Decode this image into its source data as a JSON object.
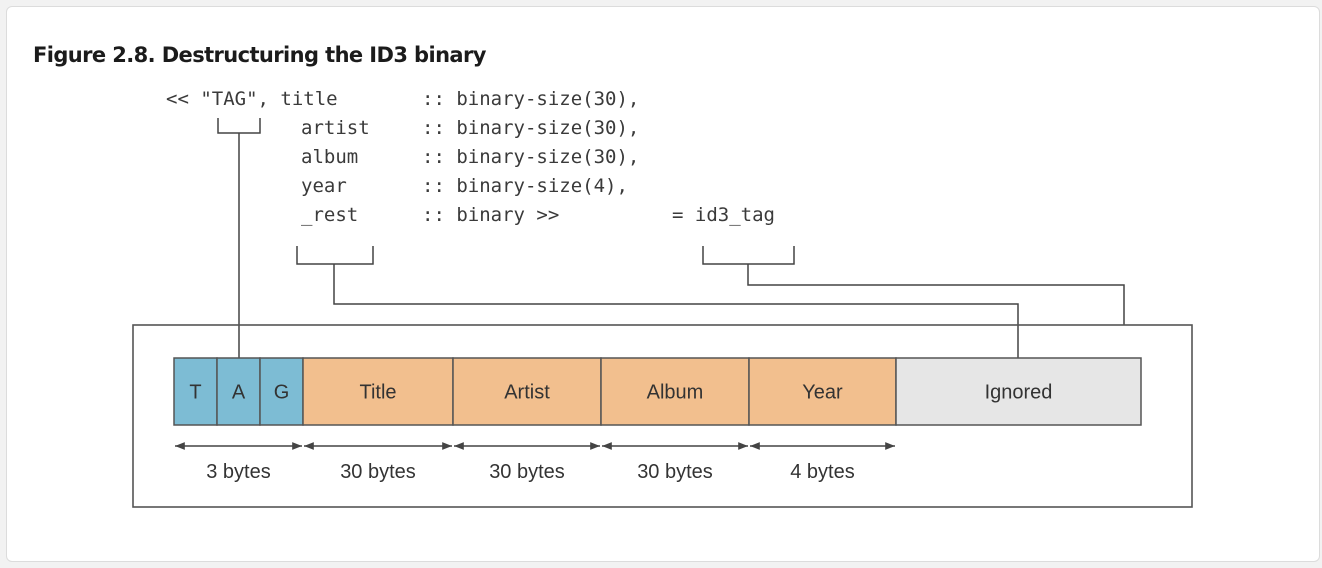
{
  "figure": {
    "title": "Figure 2.8. Destructuring the ID3 binary"
  },
  "code": {
    "lines": [
      {
        "pattern": "<< \"TAG\", title",
        "spec": ":: binary-size(30),"
      },
      {
        "pattern": "artist",
        "spec": ":: binary-size(30),"
      },
      {
        "pattern": "album",
        "spec": ":: binary-size(30),"
      },
      {
        "pattern": "year",
        "spec": ":: binary-size(4),"
      },
      {
        "pattern": "_rest",
        "spec": ":: binary >>"
      }
    ],
    "assignment": "= id3_tag"
  },
  "segments": [
    {
      "label": "T",
      "color": "#7dbcd4"
    },
    {
      "label": "A",
      "color": "#7dbcd4"
    },
    {
      "label": "G",
      "color": "#7dbcd4"
    },
    {
      "label": "Title",
      "color": "#f2bf8e"
    },
    {
      "label": "Artist",
      "color": "#f2bf8e"
    },
    {
      "label": "Album",
      "color": "#f2bf8e"
    },
    {
      "label": "Year",
      "color": "#f2bf8e"
    },
    {
      "label": "Ignored",
      "color": "#e6e6e6"
    }
  ],
  "byte_labels": [
    "3 bytes",
    "30 bytes",
    "30 bytes",
    "30 bytes",
    "4 bytes"
  ]
}
